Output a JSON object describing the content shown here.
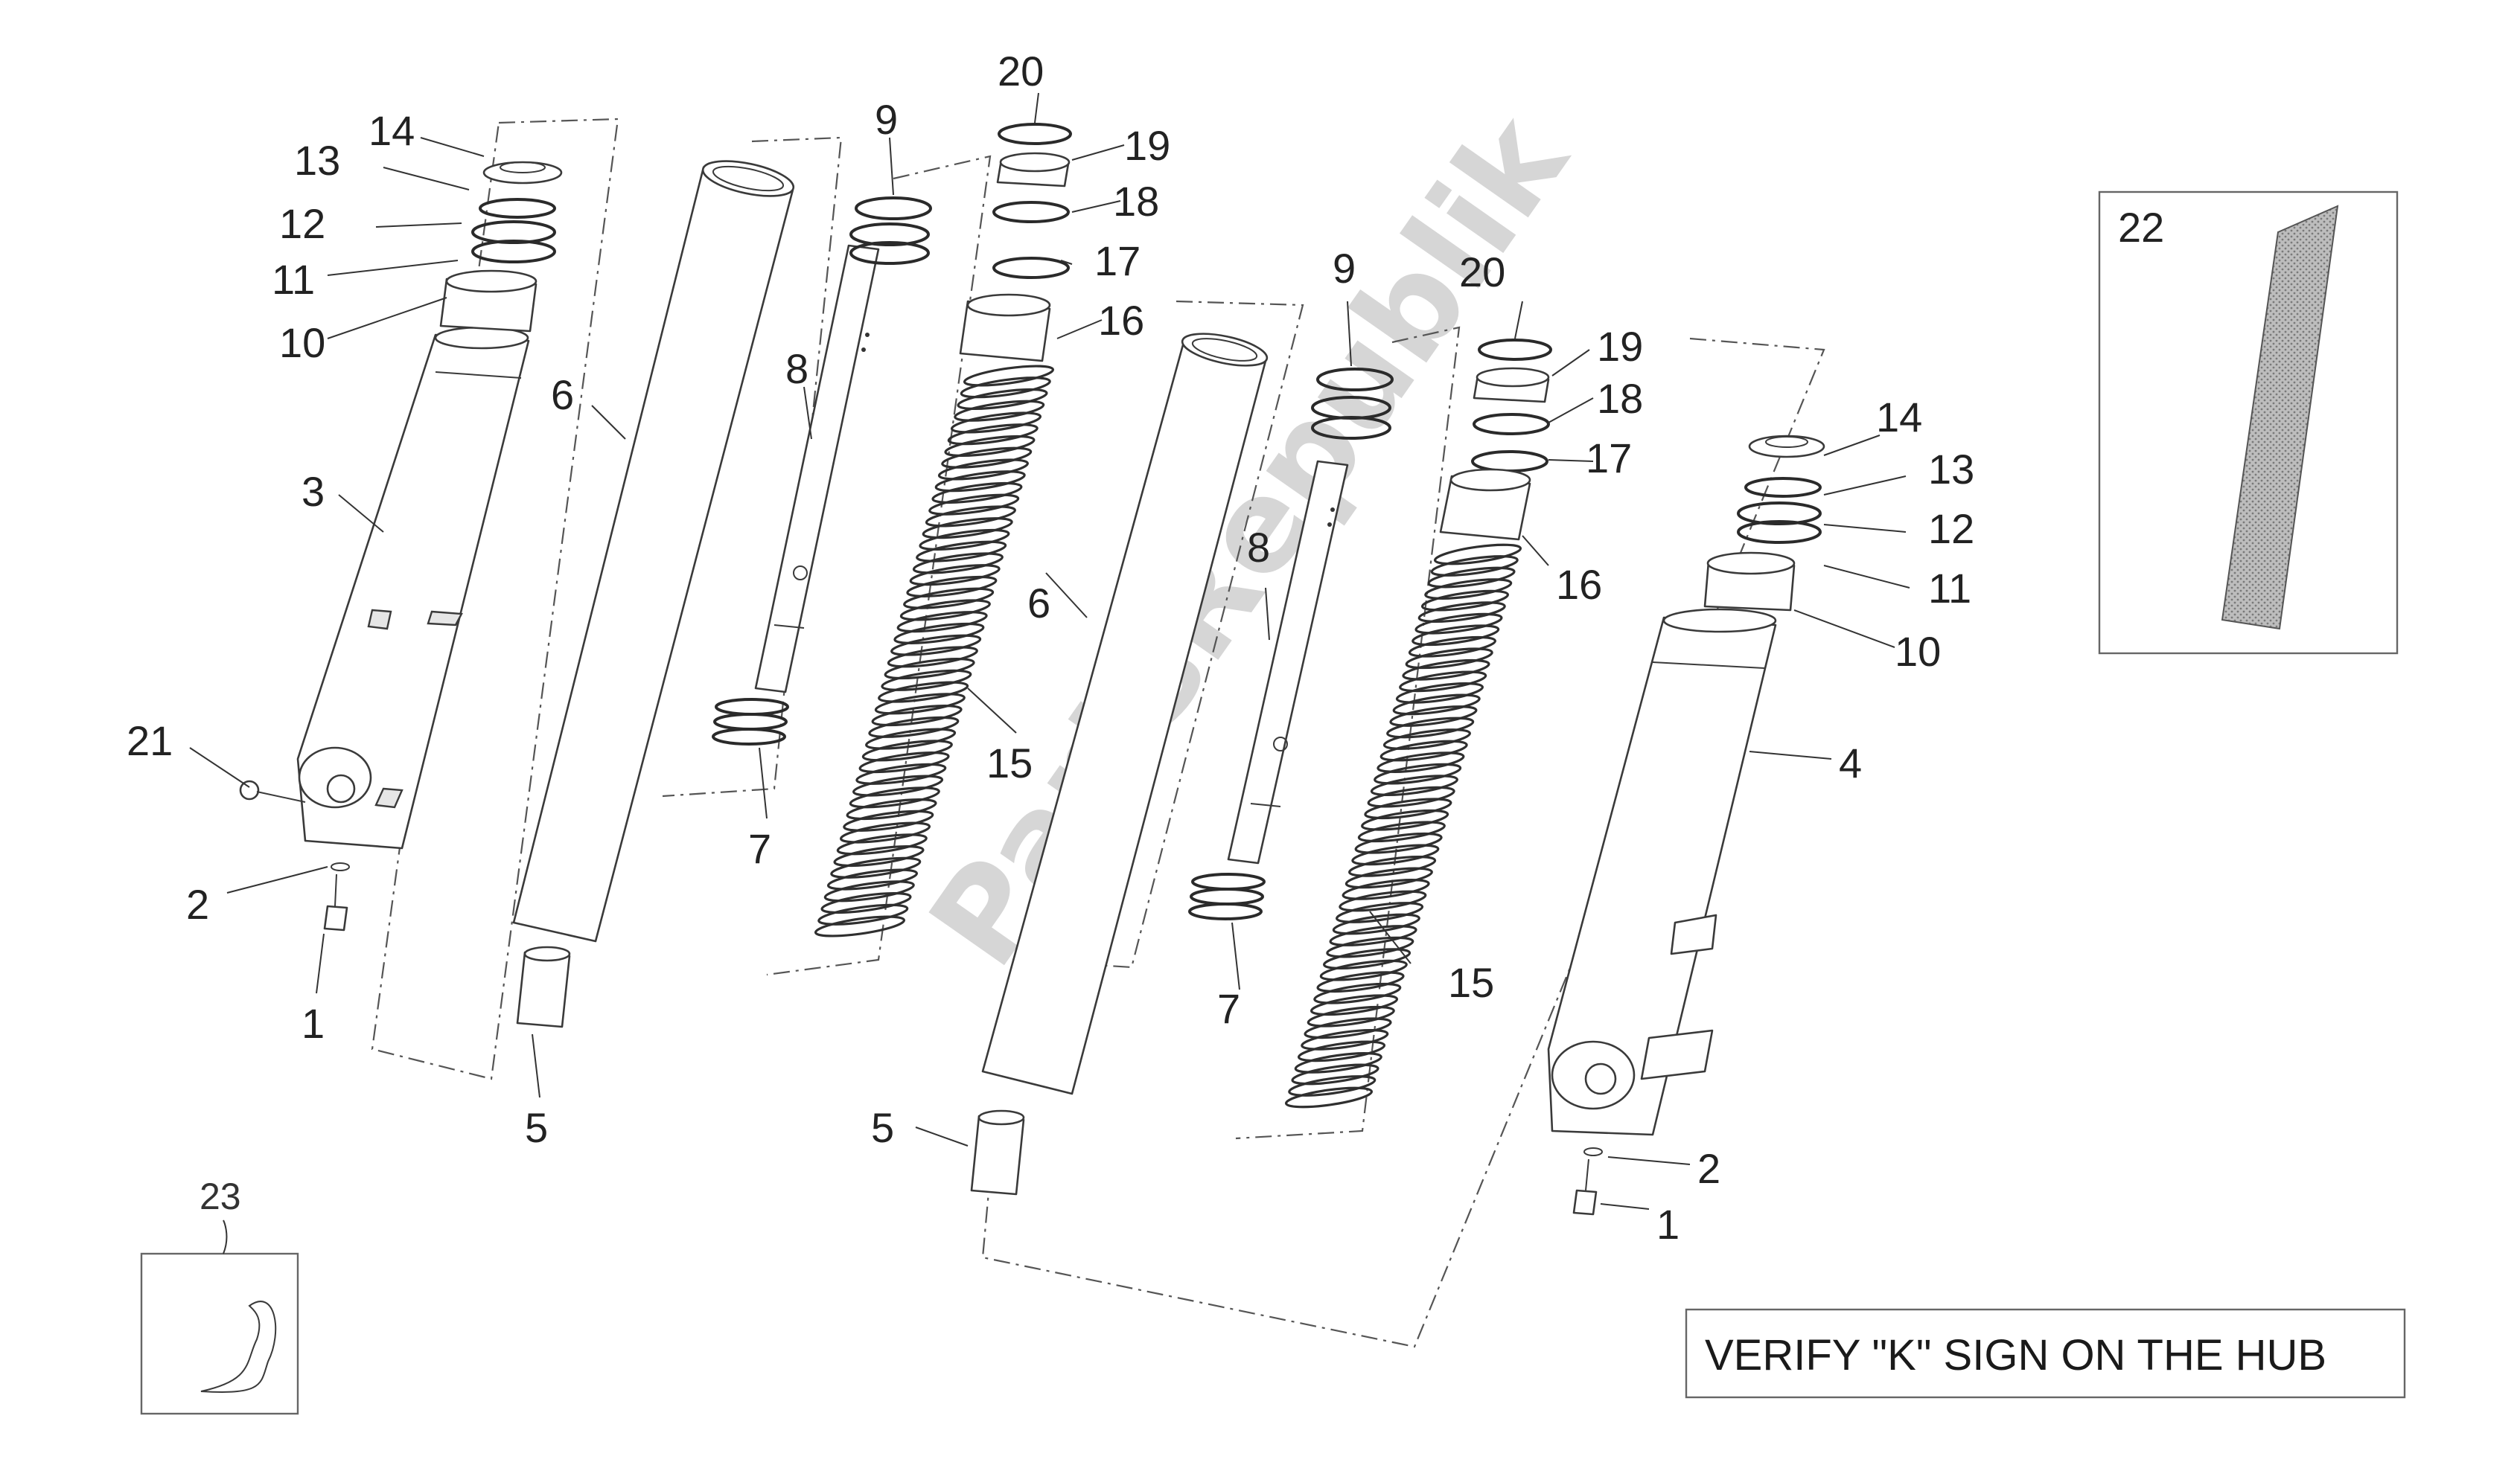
{
  "callouts": {
    "c1": "1",
    "c2": "2",
    "c3": "3",
    "c4": "4",
    "c5": "5",
    "c6": "6",
    "c7": "7",
    "c8": "8",
    "c9": "9",
    "c10": "10",
    "c11": "11",
    "c12": "12",
    "c13": "13",
    "c14": "14",
    "c15": "15",
    "c16": "16",
    "c17": "17",
    "c18": "18",
    "c19": "19",
    "c20": "20",
    "c21": "21",
    "c22": "22",
    "c23": "23"
  },
  "note": "VERIFY \"K\" SIGN ON THE HUB",
  "watermark": "PartsRepublik",
  "colors": {
    "line": "#3a3a3a",
    "background": "#ffffff",
    "watermark": "#d6d6d6"
  }
}
